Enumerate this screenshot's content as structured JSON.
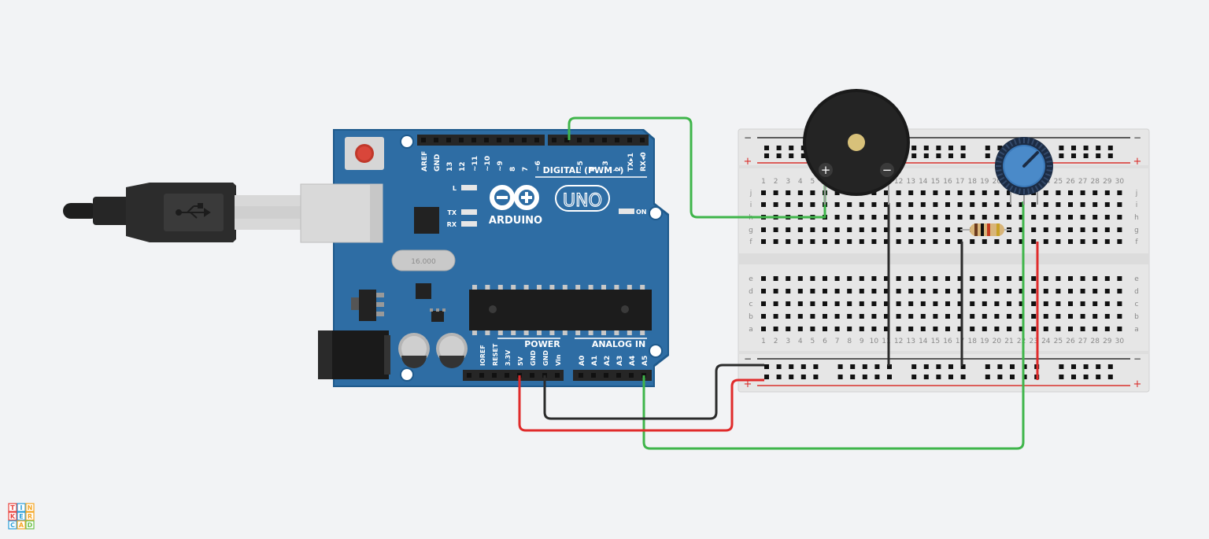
{
  "colors": {
    "canvas_bg": "#f2f3f5",
    "board": "#2e6da4",
    "board_edge": "#1f5a8c",
    "header": "#262626",
    "breadboard": "#e9e9e9",
    "rail_red": "#d9302c",
    "rail_black": "#2b2b2b",
    "wire_green": "#3fb54a",
    "wire_red": "#e02b2b",
    "wire_black": "#2b2b2b"
  },
  "arduino": {
    "brand": "ARDUINO",
    "model": "UNO",
    "on_label": "ON",
    "digital_label": "DIGITAL (PWM~)",
    "power_label": "POWER",
    "analog_label": "ANALOG IN",
    "led_l": "L",
    "led_tx": "TX",
    "led_rx": "RX",
    "crystal_label": "16.000",
    "digital_pins": [
      "AREF",
      "GND",
      "13",
      "12",
      "~11",
      "~10",
      "~9",
      "8",
      "7",
      "~6",
      "~5",
      "4",
      "~3",
      "2",
      "TX▸1",
      "RX◂0"
    ],
    "power_pins": [
      "IOREF",
      "RESET",
      "3.3V",
      "5V",
      "GND",
      "GND",
      "Vin"
    ],
    "analog_pins": [
      "A0",
      "A1",
      "A2",
      "A3",
      "A4",
      "A5"
    ]
  },
  "breadboard": {
    "plus": "+",
    "minus": "−",
    "columns": [
      "1",
      "2",
      "3",
      "4",
      "5",
      "6",
      "7",
      "8",
      "9",
      "10",
      "11",
      "12",
      "13",
      "14",
      "15",
      "16",
      "17",
      "18",
      "19",
      "20",
      "21",
      "22",
      "23",
      "24",
      "25",
      "26",
      "27",
      "28",
      "29",
      "30"
    ],
    "rows_top": [
      "j",
      "i",
      "h",
      "g",
      "f"
    ],
    "rows_bottom": [
      "e",
      "d",
      "c",
      "b",
      "a"
    ]
  },
  "buzzer": {
    "plus": "+",
    "minus": "−"
  },
  "logo": [
    "T",
    "I",
    "N",
    "K",
    "E",
    "R",
    "C",
    "A",
    "D"
  ]
}
